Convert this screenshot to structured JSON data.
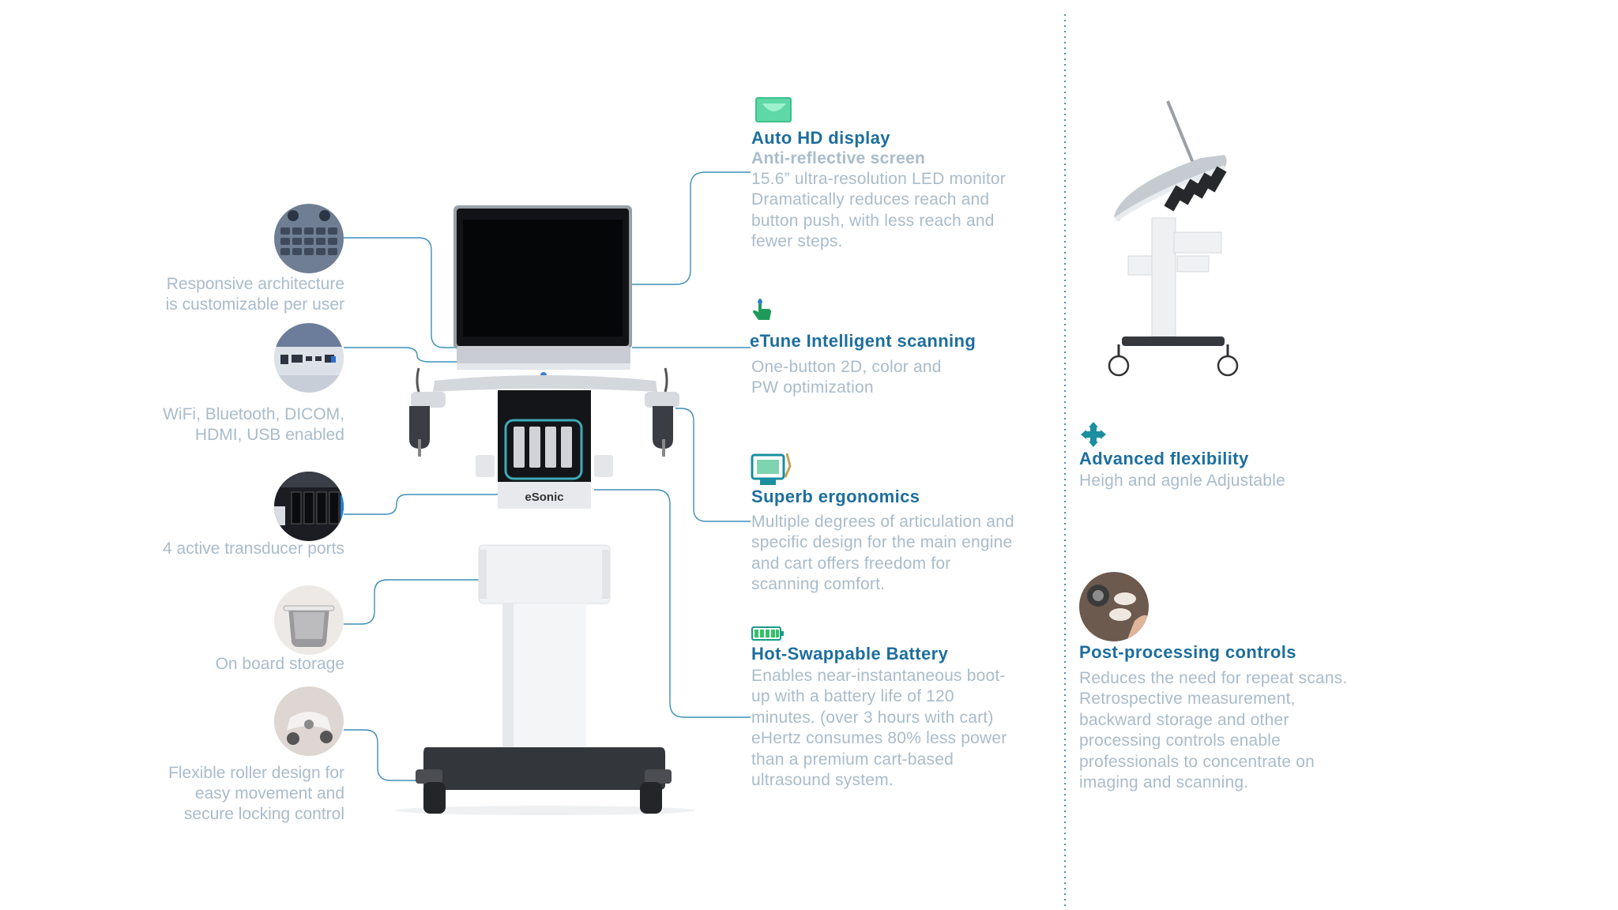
{
  "left_features": [
    {
      "icon": "keyboard-photo",
      "lines": [
        "Responsive architecture",
        "is customizable per user"
      ]
    },
    {
      "icon": "ports-photo",
      "lines": [
        "WiFi, Bluetooth, DICOM,",
        "HDMI, USB enabled"
      ]
    },
    {
      "icon": "transducer-ports-photo",
      "lines": [
        "4 active transducer ports"
      ]
    },
    {
      "icon": "storage-basket-photo",
      "lines": [
        "On board storage"
      ]
    },
    {
      "icon": "caster-wheel-photo",
      "lines": [
        "Flexible roller design for",
        "easy movement and",
        "secure locking control"
      ]
    }
  ],
  "device_brand": "eSonic",
  "right_features": [
    {
      "icon": "display-icon",
      "title": "Auto HD display",
      "subtitle": "Anti-reflective screen",
      "lines": [
        "15.6” ultra-resolution LED monitor",
        "Dramatically reduces reach and",
        "button push, with less reach and",
        "fewer steps."
      ]
    },
    {
      "icon": "touch-hand-icon",
      "title": "eTune Intelligent scanning",
      "lines": [
        "One-button 2D, color and",
        "PW optimization"
      ]
    },
    {
      "icon": "ergonomics-icon",
      "title": "Superb ergonomics",
      "lines": [
        "Multiple degrees of articulation and",
        "specific design for the main engine",
        "and cart offers freedom for",
        "scanning comfort."
      ]
    },
    {
      "icon": "battery-icon",
      "title": "Hot-Swappable Battery",
      "lines": [
        "Enables near-instantaneous boot-",
        "up with a battery life of 120",
        "minutes. (over 3 hours with cart)",
        "eHertz consumes 80% less power",
        "than a premium cart-based",
        "ultrasound system."
      ]
    }
  ],
  "side_features": [
    {
      "icon": "move-arrows-icon",
      "title": "Advanced flexibility",
      "lines": [
        "Heigh and agnle Adjustable"
      ]
    },
    {
      "icon": "control-panel-photo",
      "title": "Post-processing controls",
      "lines": [
        "Reduces the need for repeat scans.",
        "Retrospective measurement,",
        "backward storage and other",
        "processing controls enable",
        "professionals to concentrate on",
        "imaging and scanning."
      ]
    }
  ],
  "colors": {
    "accent": "#1d6e9e",
    "text_muted": "#a9bccb",
    "connector": "#3d8fb8",
    "divider": "#4a8fc0"
  }
}
